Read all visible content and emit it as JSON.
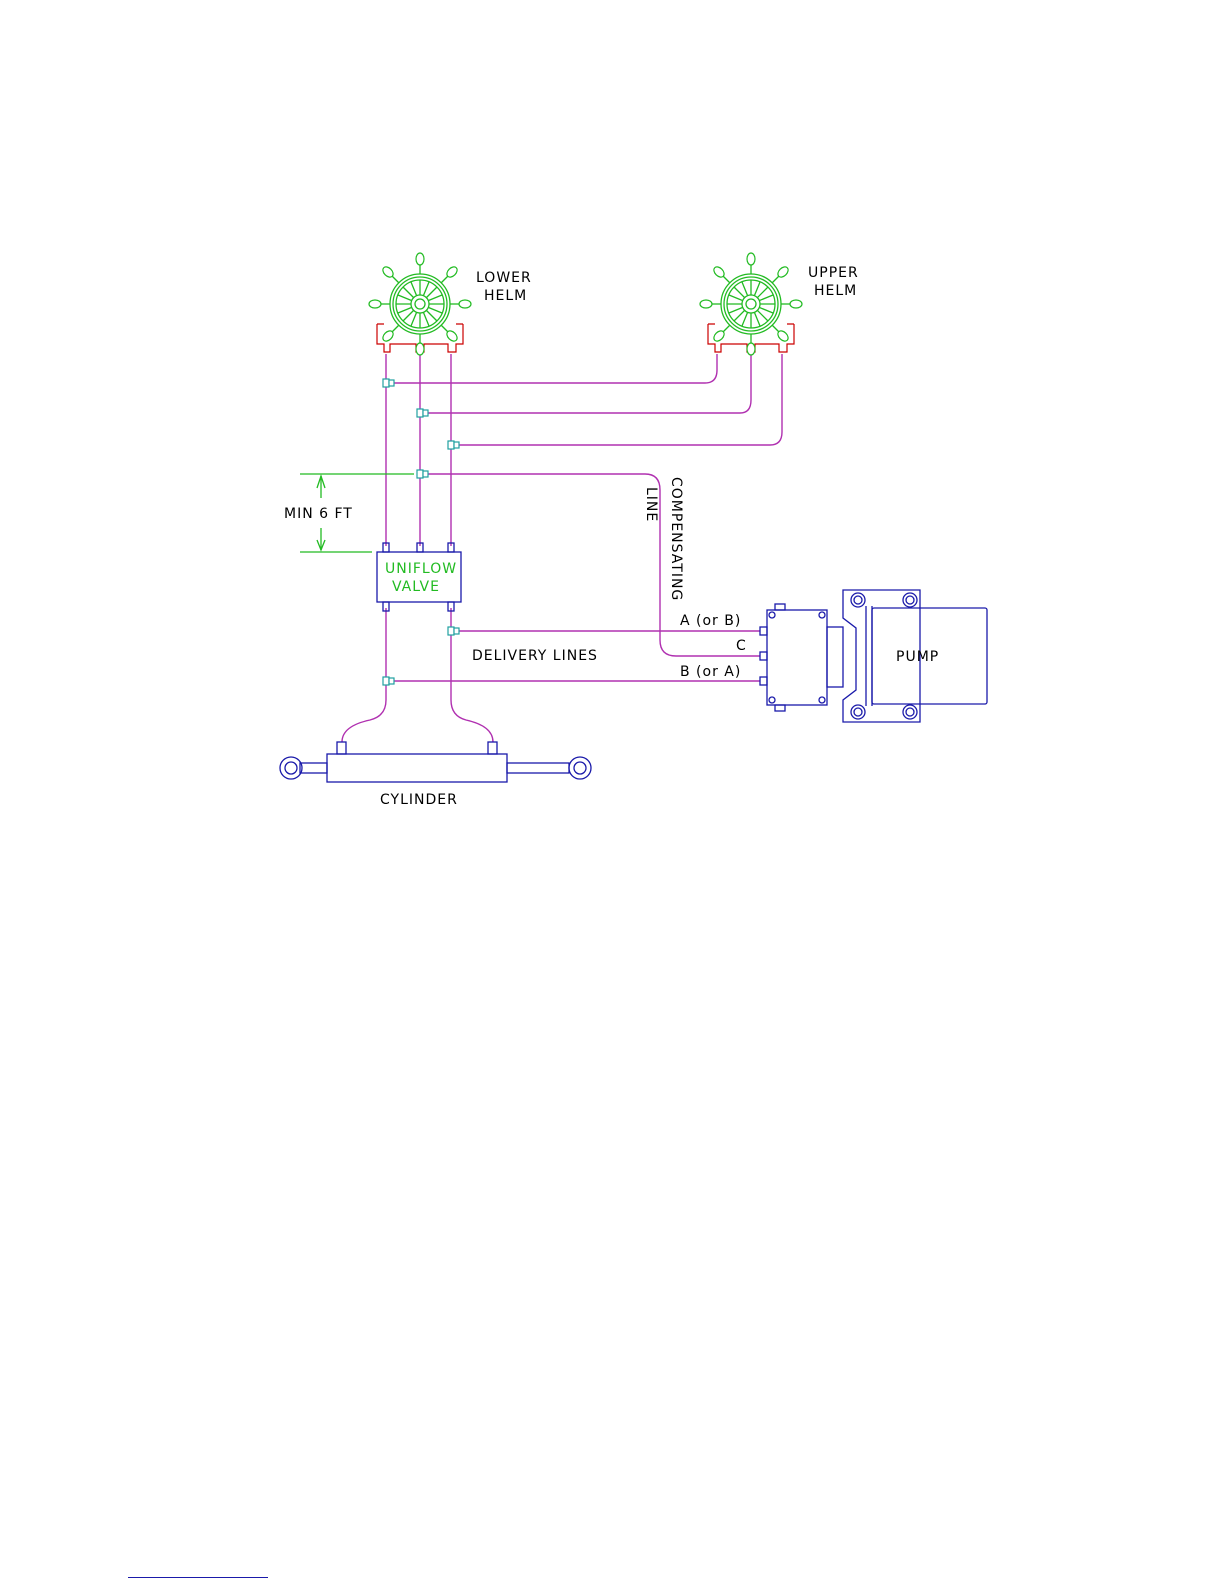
{
  "labels": {
    "lower_helm_1": "LOWER",
    "lower_helm_2": "HELM",
    "upper_helm_1": "UPPER",
    "upper_helm_2": "HELM",
    "min_distance": "MIN 6 FT",
    "compensating_1": "COMPENSATING",
    "compensating_2": "LINE",
    "valve_1": "UNIFLOW",
    "valve_2": "VALVE",
    "port_a": "A (or B)",
    "port_c": "C",
    "port_b": "B (or A)",
    "delivery_lines": "DELIVERY LINES",
    "pump": "PUMP",
    "cylinder": "CYLINDER"
  },
  "colors": {
    "hose": "#b030b0",
    "component": "#1a1aaa",
    "helm": "#22bb22",
    "helm_base": "#cc0000",
    "fitting": "#20a0a0"
  }
}
